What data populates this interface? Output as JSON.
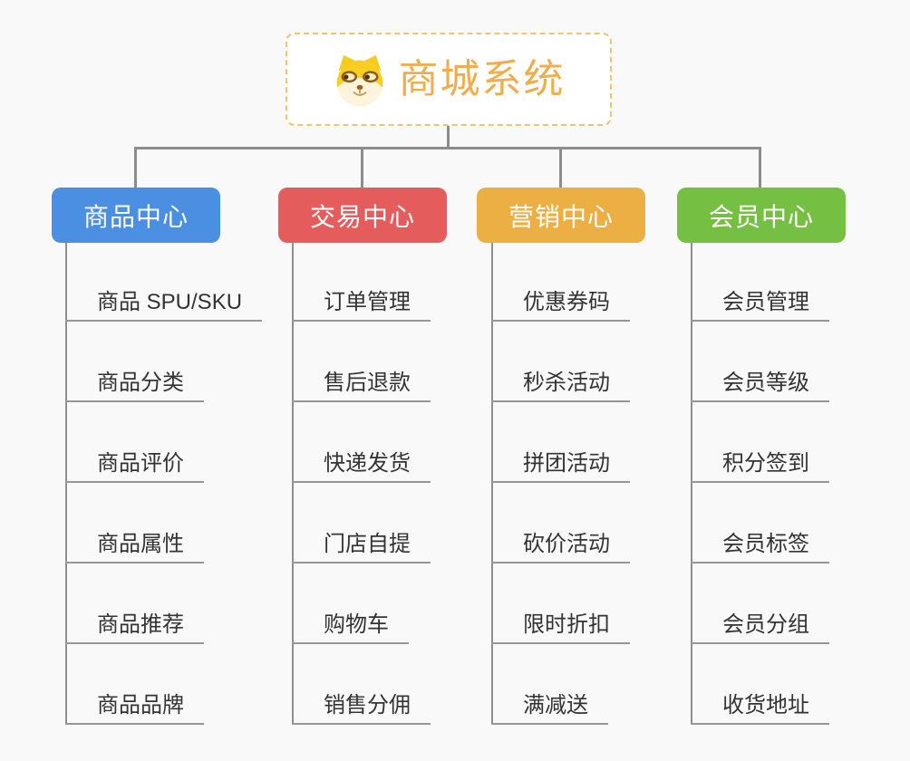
{
  "canvas": {
    "background": "#f9f9f9",
    "connector_color": "#8c8c8c",
    "leaf_line_color": "#979797",
    "leaf_text_color": "#333333"
  },
  "root": {
    "title": "商城系统",
    "icon": "dog-face-icon",
    "text_color": "#efae4d",
    "border_color": "#f5c26b",
    "background": "#ffffff"
  },
  "branches": [
    {
      "label": "商品中心",
      "color": "#4a8fe2",
      "items": [
        "商品 SPU/SKU",
        "商品分类",
        "商品评价",
        "商品属性",
        "商品推荐",
        "商品品牌"
      ]
    },
    {
      "label": "交易中心",
      "color": "#e55c5c",
      "items": [
        "订单管理",
        "售后退款",
        "快递发货",
        "门店自提",
        "购物车",
        "销售分佣"
      ]
    },
    {
      "label": "营销中心",
      "color": "#ecaf43",
      "items": [
        "优惠券码",
        "秒杀活动",
        "拼团活动",
        "砍价活动",
        "限时折扣",
        "满减送"
      ]
    },
    {
      "label": "会员中心",
      "color": "#75c043",
      "items": [
        "会员管理",
        "会员等级",
        "积分签到",
        "会员标签",
        "会员分组",
        "收货地址"
      ]
    }
  ]
}
